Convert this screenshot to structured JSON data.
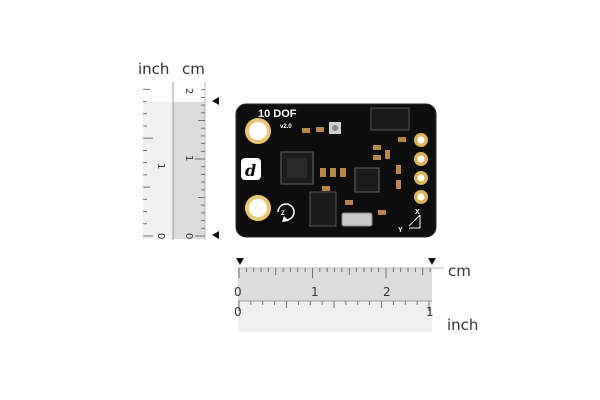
{
  "vertical_ruler": {
    "inch_label": "inch",
    "cm_label": "cm",
    "inch_ticks": [
      "1",
      "0"
    ],
    "cm_ticks": [
      "2",
      "1",
      "0"
    ]
  },
  "horizontal_ruler": {
    "cm_label": "cm",
    "inch_label": "inch",
    "cm_ticks": [
      "0",
      "1",
      "2"
    ],
    "inch_ticks": [
      "0",
      "1"
    ]
  },
  "board": {
    "title": "10 DOF",
    "version": "v2.0",
    "logo_letter": "d",
    "axis_y": "Y",
    "axis_x": "X",
    "colors": {
      "pcb": "#0d0d0d",
      "pad_gold": "#d9b45a",
      "pad_ring": "#e8c878",
      "silkscreen": "#ffffff"
    },
    "pins": 4
  },
  "colors": {
    "ruler_fill": "#e6e6e6",
    "ruler_band": "#d0d0d0",
    "tick": "#555555",
    "marker": "#111111"
  }
}
